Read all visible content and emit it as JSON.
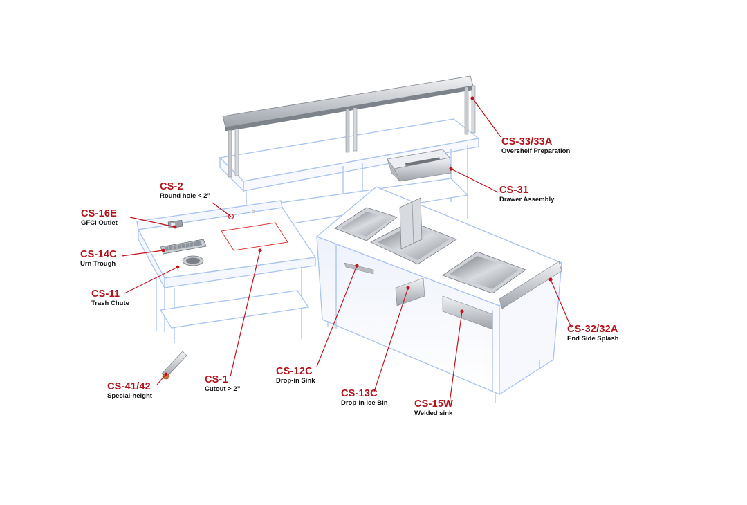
{
  "colors": {
    "label_red": "#b3121a",
    "leader_red": "#c0141c",
    "outline_blue": "#a9c3ef",
    "steel_light": "#e3e5e8",
    "steel_dark": "#8a8f96",
    "text_dark": "#111111"
  },
  "callouts": [
    {
      "id": "cs-33-33a",
      "code": "CS-33/33A",
      "desc": "Overshelf Preparation"
    },
    {
      "id": "cs-31",
      "code": "CS-31",
      "desc": "Drawer Assembly"
    },
    {
      "id": "cs-2",
      "code": "CS-2",
      "desc": "Round hole < 2”"
    },
    {
      "id": "cs-16e",
      "code": "CS-16E",
      "desc": "GFCI Outlet"
    },
    {
      "id": "cs-14c",
      "code": "CS-14C",
      "desc": "Urn Trough"
    },
    {
      "id": "cs-11",
      "code": "CS-11",
      "desc": "Trash Chute"
    },
    {
      "id": "cs-32-32a",
      "code": "CS-32/32A",
      "desc": "End Side Splash"
    },
    {
      "id": "cs-12c",
      "code": "CS-12C",
      "desc": "Drop-in Sink"
    },
    {
      "id": "cs-1",
      "code": "CS-1",
      "desc": "Cutout > 2”"
    },
    {
      "id": "cs-41-42",
      "code": "CS-41/42",
      "desc": "Special-height"
    },
    {
      "id": "cs-13c",
      "code": "CS-13C",
      "desc": "Drop-in Ice Bin"
    },
    {
      "id": "cs-15w",
      "code": "CS-15W",
      "desc": "Welded sink"
    }
  ]
}
